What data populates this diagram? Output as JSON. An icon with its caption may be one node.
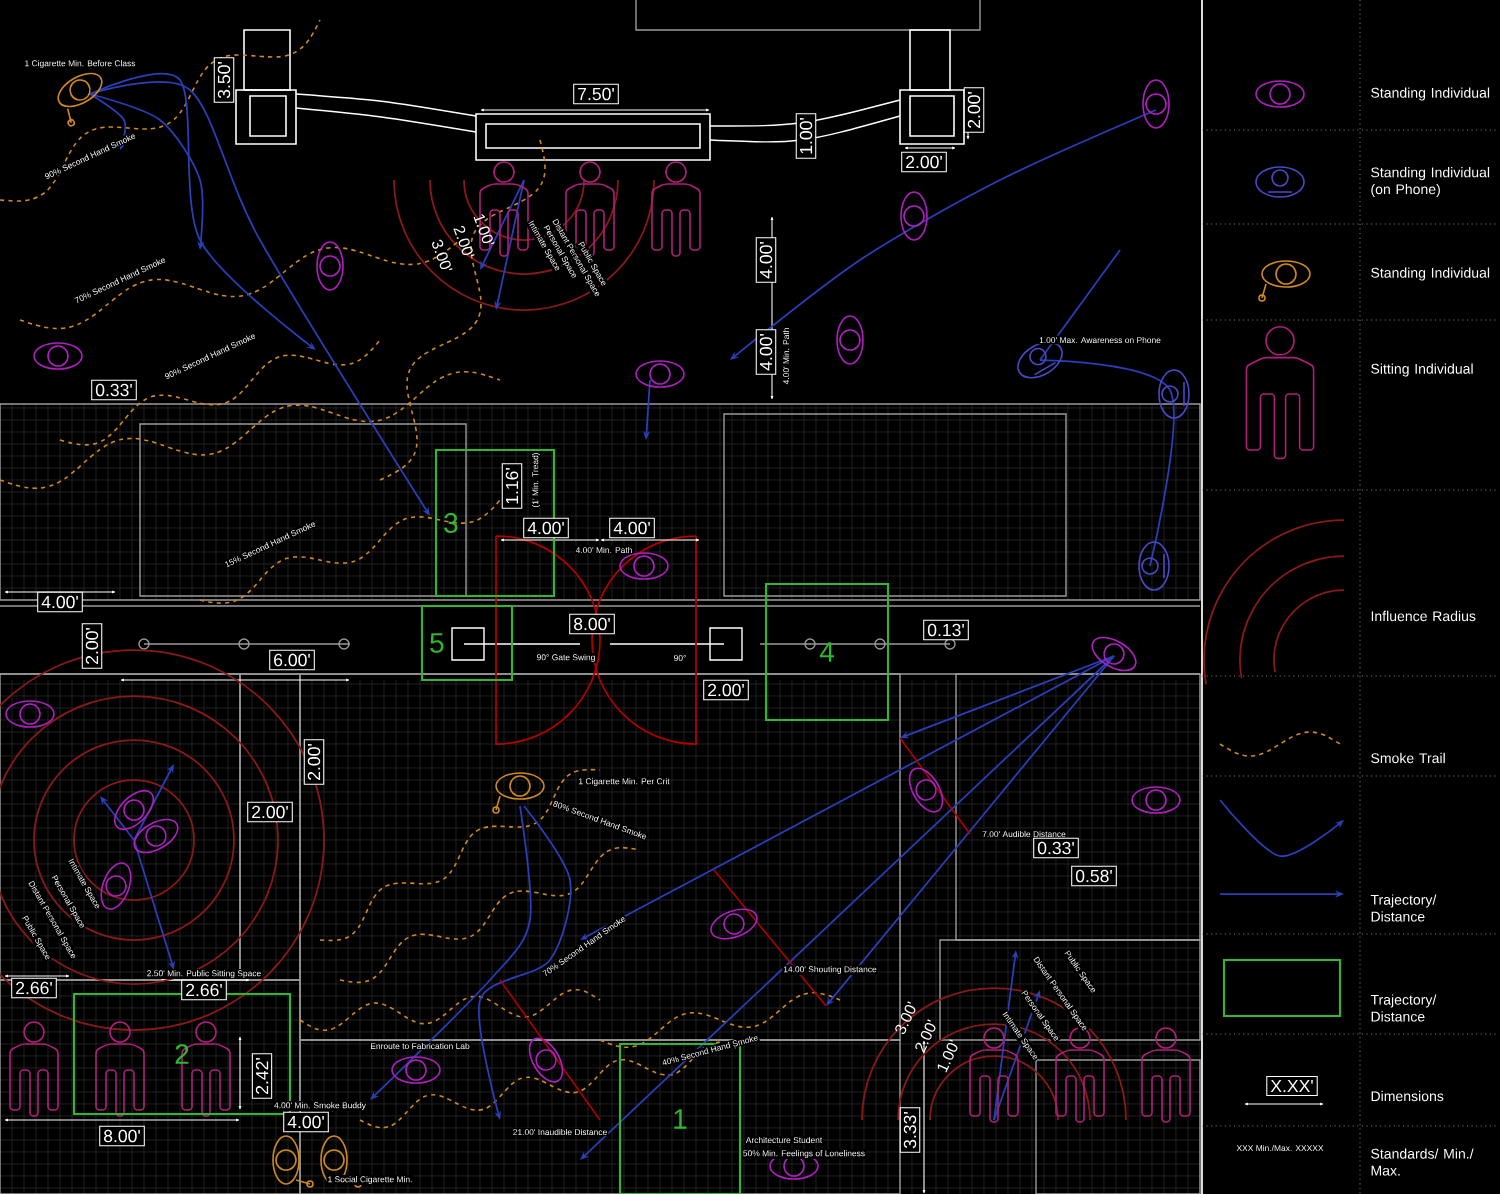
{
  "diagram": {
    "nodes": [
      {
        "text": [
          "3"
        ]
      },
      {
        "text": [
          "4"
        ]
      },
      {
        "text": [
          "5"
        ]
      },
      {
        "text": [
          "2"
        ]
      },
      {
        "text": [
          "1"
        ]
      }
    ],
    "labels": [
      "1 Cigarette Min. Before Class",
      "3.50'",
      "7.50'",
      "1.00'",
      "2.00'",
      "2.00'",
      "90% Second Hand Smoke",
      "Intimate Space",
      "Personal Space",
      "Distant Personal Space",
      "Public Space",
      "1.00'",
      "2.00'",
      "3.00'",
      "70% Second Hand Smoke",
      "4.00'",
      "4.00'",
      "4.00' Min. Path",
      "1.00' Max. Awareness on Phone",
      "90% Second Hand Smoke",
      "0.33'",
      "1.16'",
      "(1' Min. Tread)",
      "4.00'",
      "4.00'",
      "4.00' Min. Path",
      "15% Second Hand Smoke",
      "4.00'",
      "2.00'",
      "8.00'",
      "6.00'",
      "90° Gate Swing",
      "90°",
      "0.13'",
      "2.00'",
      "2.00'",
      "2.00'",
      "1 Cigarette Min. Per Crit",
      "80% Second Hand Smoke",
      "7.00' Audible Distance",
      "0.33'",
      "0.58'",
      "Intimate Space",
      "Personal Space",
      "Distant Personal Space",
      "Public Space",
      "2.50' Min. Public Sitting Space",
      "70% Second Hand Smoke",
      "14.00' Shouting Distance",
      "Public Space",
      "Distant Personal Space",
      "Personal Space",
      "Intimate Space",
      "3.00'",
      "2.00'",
      "1.00'",
      "2.66'",
      "2.66'",
      "2.42'",
      "Enroute to Fabrication Lab",
      "4.00' Min. Smoke Buddy",
      "21.00' Inaudible Distance",
      "40% Second Hand Smoke",
      "Architecture Student",
      "50% Min. Feelings of Loneliness",
      "8.00'",
      "4.00'",
      "3.33'",
      "1 Social Cigarette Min.",
      "X.XX'",
      "XXX Min./Max. XXXXX"
    ],
    "legend": [
      {
        "text": "Standing Individual"
      },
      {
        "text": "Standing Individual (on Phone)"
      },
      {
        "text": "Standing Individual"
      },
      {
        "text": "Sitting Individual"
      },
      {
        "text": "Influence Radius"
      },
      {
        "text": "Smoke Trail"
      },
      {
        "text": "Trajectory/ Distance"
      },
      {
        "text": "Trajectory/ Distance"
      },
      {
        "text": "Dimensions"
      },
      {
        "text": "Standards/ Min./ Max."
      }
    ]
  }
}
